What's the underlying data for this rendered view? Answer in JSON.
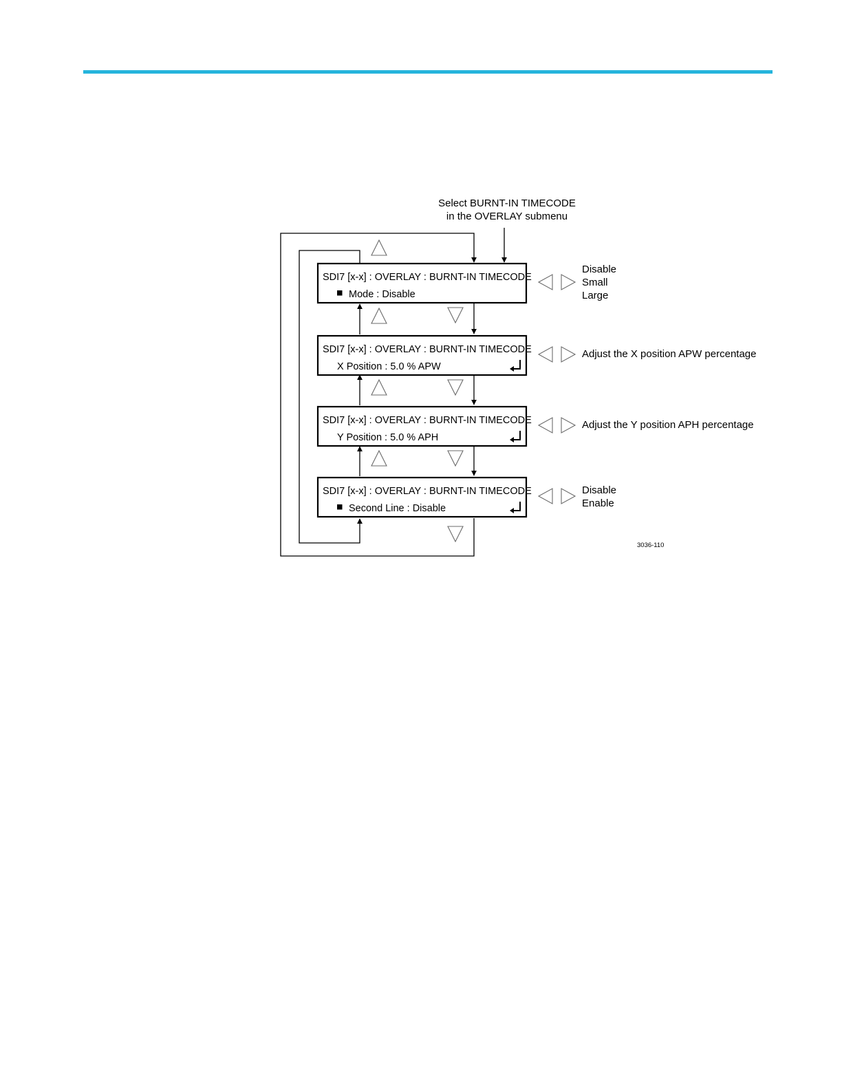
{
  "colors": {
    "accent_rule": "#25b4dc",
    "nav_triangle_stroke": "#6b6b6b"
  },
  "diagram": {
    "entry_label": [
      "Select  BURNT-IN TIMECODE",
      "in the OVERLAY submenu"
    ],
    "screens": [
      {
        "title": "SDI7 [x-x] : OVERLAY : BURNT-IN TIMECODE",
        "line2": "Mode : Disable",
        "bullet": true,
        "enter_icon": false,
        "options": [
          "Disable",
          "Small",
          "Large"
        ]
      },
      {
        "title": "SDI7 [x-x] : OVERLAY : BURNT-IN TIMECODE",
        "line2": "X Position : 5.0  % APW",
        "bullet": false,
        "enter_icon": true,
        "options": [
          "Adjust the X position APW percentage"
        ]
      },
      {
        "title": "SDI7 [x-x] : OVERLAY : BURNT-IN TIMECODE",
        "line2": "Y Position : 5.0  % APH",
        "bullet": false,
        "enter_icon": true,
        "options": [
          "Adjust the Y position APH percentage"
        ]
      },
      {
        "title": "SDI7 [x-x] : OVERLAY : BURNT-IN TIMECODE",
        "line2": "Second Line : Disable",
        "bullet": true,
        "enter_icon": true,
        "options": [
          "Disable",
          "Enable"
        ]
      }
    ],
    "figure_id": "3036-110",
    "icons": {
      "up": "up-arrow-icon",
      "down": "down-arrow-icon",
      "left": "left-arrow-icon",
      "right": "right-arrow-icon",
      "enter": "enter-icon",
      "bullet": "bullet-square-icon"
    }
  }
}
